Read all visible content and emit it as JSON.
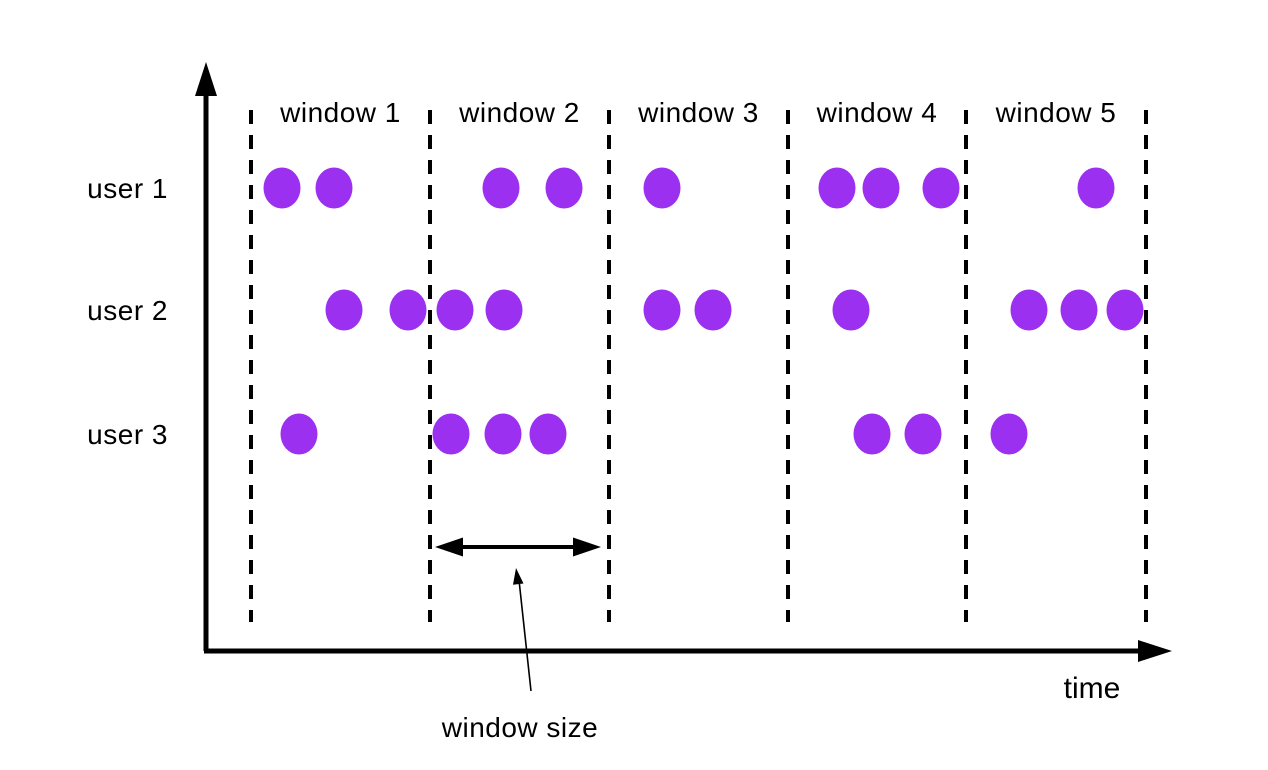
{
  "diagram": {
    "colors": {
      "dot": "#9B30F0",
      "line": "#000000",
      "background": "#FFFFFF",
      "text": "#000000"
    },
    "axes": {
      "x_label": "time"
    },
    "windows": {
      "labels": [
        "window 1",
        "window 2",
        "window 3",
        "window 4",
        "window 5"
      ],
      "boundaries_x": [
        251,
        430,
        609,
        788,
        966,
        1146
      ],
      "label_baseline_y": 122,
      "dash_top_y": 110,
      "dash_bottom_y": 622
    },
    "users": [
      {
        "label": "user 1",
        "row_y": 188,
        "dots_x": [
          282,
          334,
          501,
          564,
          662,
          837,
          881,
          941,
          1096
        ]
      },
      {
        "label": "user 2",
        "row_y": 310,
        "dots_x": [
          344,
          408,
          455,
          504,
          662,
          713,
          851,
          1029,
          1079,
          1125
        ]
      },
      {
        "label": "user 3",
        "row_y": 434,
        "dots_x": [
          299,
          451,
          503,
          548,
          872,
          923,
          1009
        ]
      }
    ],
    "annotation": {
      "label": "window size"
    }
  },
  "chart_data": {
    "type": "scatter",
    "title": "",
    "xlabel": "time",
    "ylabel": "",
    "categories": [
      "window 1",
      "window 2",
      "window 3",
      "window 4",
      "window 5"
    ],
    "series": [
      {
        "name": "user 1",
        "events_per_window": [
          2,
          2,
          1,
          3,
          1
        ]
      },
      {
        "name": "user 2",
        "events_per_window": [
          2,
          2,
          2,
          1,
          3
        ]
      },
      {
        "name": "user 3",
        "events_per_window": [
          1,
          3,
          0,
          2,
          1
        ]
      }
    ],
    "legend": "none",
    "grid": "off"
  }
}
